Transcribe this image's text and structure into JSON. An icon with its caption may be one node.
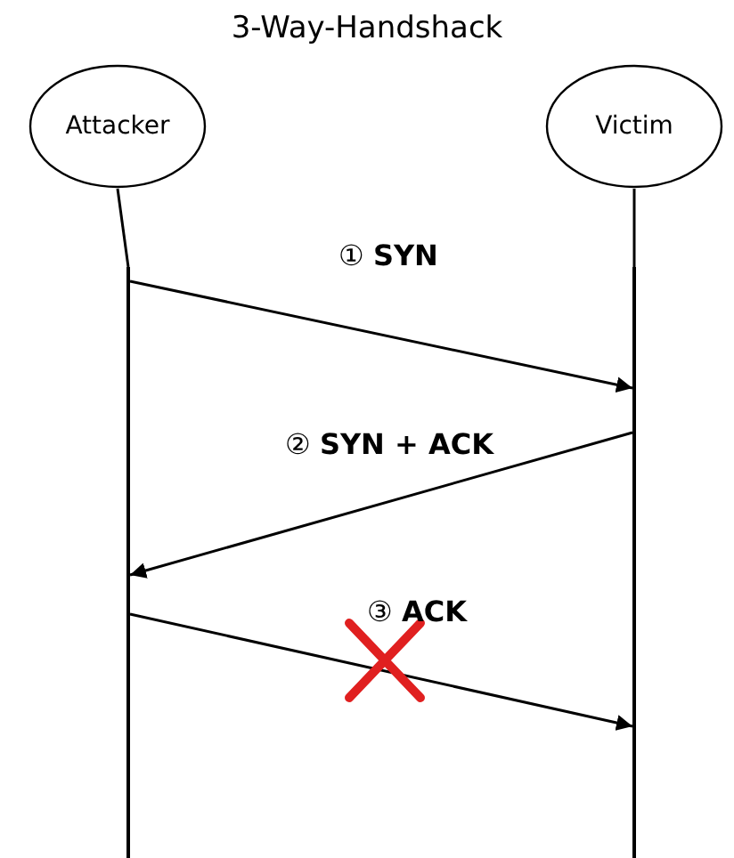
{
  "diagram": {
    "title": "3-Way-Handshack",
    "nodes": [
      {
        "text": [
          "Attacker"
        ]
      },
      {
        "text": [
          "Victim"
        ]
      },
      {
        "text": [],
        "shape": "bar"
      },
      {
        "text": [],
        "shape": "bar"
      }
    ],
    "edges": [
      {
        "from": 0,
        "to": 2,
        "arrow": "none"
      },
      {
        "from": 1,
        "to": 3,
        "arrow": "none"
      },
      {
        "from": 2,
        "to": 3,
        "arrow": "to",
        "label": "① **SYN**"
      },
      {
        "from": 3,
        "to": 2,
        "arrow": "to",
        "label": "② **SYN + ACK**"
      },
      {
        "from": 2,
        "to": 3,
        "arrow": "to",
        "label": "③ **ACK**"
      }
    ]
  }
}
